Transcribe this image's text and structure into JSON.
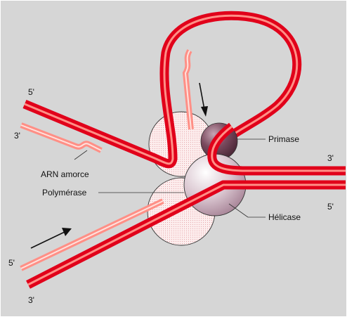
{
  "colors": {
    "background": "#d6d6d6",
    "strand_outer": "#e1001a",
    "strand_inner": "#ff8f86",
    "primer_outer": "#ff8f86",
    "primer_inner": "#ffe2de",
    "polymerase_fill": "#fbe4e4",
    "primase_fill": "#7a4a5e",
    "helicase_fill": "#e6d7df",
    "arrow": "#111111"
  },
  "labels": {
    "primase": "Primase",
    "helicase": "Hélicase",
    "polymerase": "Polymérase",
    "primer": "ARN amorce"
  },
  "ends": {
    "upper_left_5": "5'",
    "upper_left_3": "3'",
    "right_top_3": "3'",
    "right_bottom_5": "5'",
    "lower_left_5": "5'",
    "lower_left_3": "3'"
  }
}
